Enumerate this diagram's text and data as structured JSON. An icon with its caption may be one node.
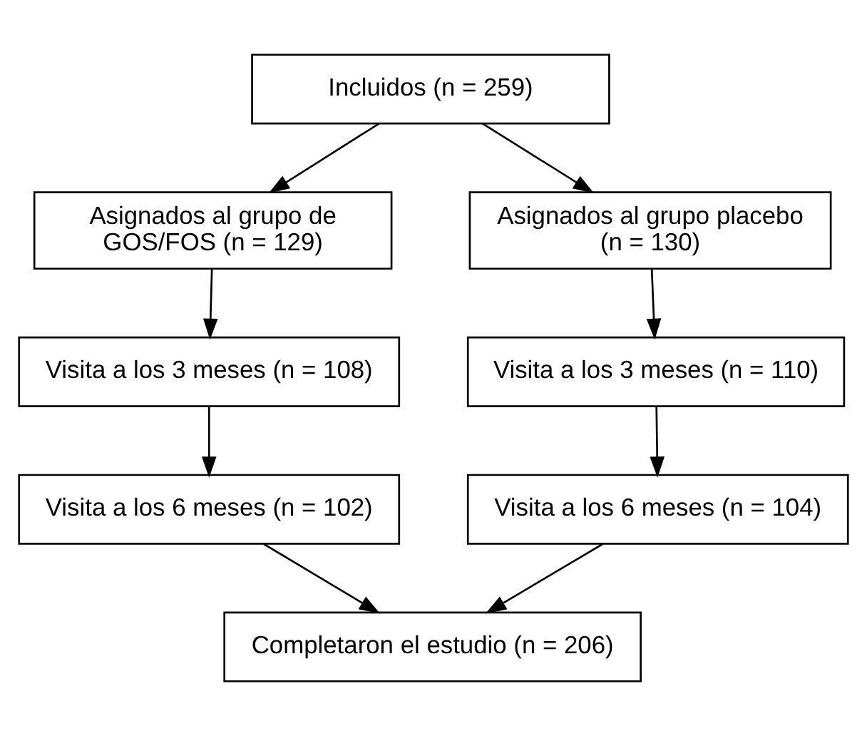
{
  "diagram": {
    "nodes": [
      {
        "text": [
          "Incluidos (n = 259)"
        ]
      },
      {
        "text": [
          "Asignados al grupo de GOS/FOS (n = 129)"
        ]
      },
      {
        "text": [
          "Asignados al grupo placebo (n = 130)"
        ]
      },
      {
        "text": [
          "Visita a los 3 meses (n = 108)"
        ]
      },
      {
        "text": [
          "Visita a los 3 meses (n = 110)"
        ]
      },
      {
        "text": [
          "Visita a los 6 meses (n = 102)"
        ]
      },
      {
        "text": [
          "Visita a los 6 meses (n = 104)"
        ]
      },
      {
        "text": [
          "Completaron el estudio (n = 206)"
        ]
      }
    ],
    "edges": [
      {
        "from": 0,
        "to": 1,
        "arrow": "to"
      },
      {
        "from": 0,
        "to": 2,
        "arrow": "to"
      },
      {
        "from": 1,
        "to": 3,
        "arrow": "to"
      },
      {
        "from": 2,
        "to": 4,
        "arrow": "to"
      },
      {
        "from": 3,
        "to": 5,
        "arrow": "to"
      },
      {
        "from": 4,
        "to": 6,
        "arrow": "to"
      },
      {
        "from": 5,
        "to": 7,
        "arrow": "to"
      },
      {
        "from": 6,
        "to": 7,
        "arrow": "to"
      }
    ]
  }
}
